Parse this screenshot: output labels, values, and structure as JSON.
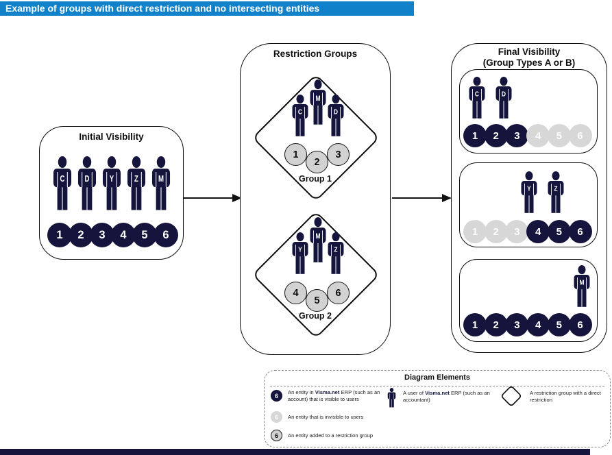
{
  "title_bar": {
    "text": "Example of groups with direct restriction and no intersecting entities"
  },
  "colors": {
    "title_bar_bg": "#1182CA",
    "navy": "#14143C",
    "entity_grouped_fill": "#D2D2D2",
    "entity_invisible_fill": "#D7D7D7",
    "box_border": "#0B0B0B",
    "legend_border": "#8A8A8A"
  },
  "initial": {
    "title": "Initial Visibility",
    "users": [
      "C",
      "D",
      "Y",
      "Z",
      "M"
    ],
    "entities": [
      {
        "label": "1",
        "state": "visible"
      },
      {
        "label": "2",
        "state": "visible"
      },
      {
        "label": "3",
        "state": "visible"
      },
      {
        "label": "4",
        "state": "visible"
      },
      {
        "label": "5",
        "state": "visible"
      },
      {
        "label": "6",
        "state": "visible"
      }
    ]
  },
  "restriction": {
    "title": "Restriction Groups",
    "groups": [
      {
        "name": "Group 1",
        "users": [
          "C",
          "M",
          "D"
        ],
        "entities": [
          {
            "label": "1",
            "state": "grouped"
          },
          {
            "label": "2",
            "state": "grouped"
          },
          {
            "label": "3",
            "state": "grouped"
          }
        ]
      },
      {
        "name": "Group 2",
        "users": [
          "Y",
          "M",
          "Z"
        ],
        "entities": [
          {
            "label": "4",
            "state": "grouped"
          },
          {
            "label": "5",
            "state": "grouped"
          },
          {
            "label": "6",
            "state": "grouped"
          }
        ]
      }
    ]
  },
  "final": {
    "title_line1": "Final Visibility",
    "title_line2": "(Group Types A or B)",
    "panels": [
      {
        "users": [
          "C",
          "D"
        ],
        "entities": [
          {
            "label": "1",
            "state": "visible"
          },
          {
            "label": "2",
            "state": "visible"
          },
          {
            "label": "3",
            "state": "visible"
          },
          {
            "label": "4",
            "state": "invisible"
          },
          {
            "label": "5",
            "state": "invisible"
          },
          {
            "label": "6",
            "state": "invisible"
          }
        ]
      },
      {
        "users": [
          "Y",
          "Z"
        ],
        "entities": [
          {
            "label": "1",
            "state": "invisible"
          },
          {
            "label": "2",
            "state": "invisible"
          },
          {
            "label": "3",
            "state": "invisible"
          },
          {
            "label": "4",
            "state": "visible"
          },
          {
            "label": "5",
            "state": "visible"
          },
          {
            "label": "6",
            "state": "visible"
          }
        ]
      },
      {
        "users": [
          "M"
        ],
        "entities": [
          {
            "label": "1",
            "state": "visible"
          },
          {
            "label": "2",
            "state": "visible"
          },
          {
            "label": "3",
            "state": "visible"
          },
          {
            "label": "4",
            "state": "visible"
          },
          {
            "label": "5",
            "state": "visible"
          },
          {
            "label": "6",
            "state": "visible"
          }
        ]
      }
    ]
  },
  "legend": {
    "title": "Diagram Elements",
    "items": [
      {
        "icon": "entity-visible-icon",
        "badge": "6",
        "pre": "An entity in ",
        "brand": "Visma.net",
        "post": " ERP (such as an account) that is visible to users"
      },
      {
        "icon": "entity-invisible-icon",
        "badge": "6",
        "pre": "An entity that is invisible to users",
        "brand": "",
        "post": ""
      },
      {
        "icon": "entity-grouped-icon",
        "badge": "6",
        "pre": "An entity added to a restriction group",
        "brand": "",
        "post": ""
      },
      {
        "icon": "user-icon",
        "pre": "A user of ",
        "brand": "Visma.net",
        "post": " ERP (such as an accountant)"
      },
      {
        "icon": "restriction-diamond-icon",
        "pre": "A restriction group with a direct restriction",
        "brand": "",
        "post": ""
      }
    ]
  }
}
